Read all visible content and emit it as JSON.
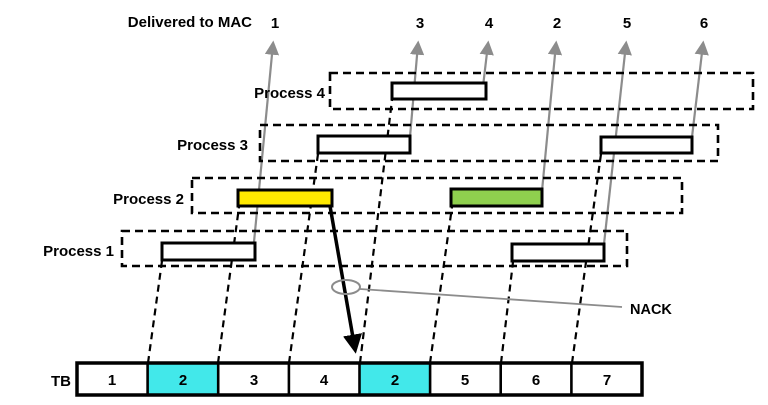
{
  "title": "Delivered to MAC",
  "delivered": {
    "items": [
      {
        "label": "1"
      },
      {
        "label": "3"
      },
      {
        "label": "4"
      },
      {
        "label": "2"
      },
      {
        "label": "5"
      },
      {
        "label": "6"
      }
    ]
  },
  "processes": [
    {
      "label": "Process 4",
      "blocks": [
        {
          "fill": "white"
        }
      ]
    },
    {
      "label": "Process 3",
      "blocks": [
        {
          "fill": "white"
        },
        {
          "fill": "white"
        }
      ]
    },
    {
      "label": "Process 2",
      "blocks": [
        {
          "fill": "yellow"
        },
        {
          "fill": "green"
        }
      ]
    },
    {
      "label": "Process 1",
      "blocks": [
        {
          "fill": "white"
        },
        {
          "fill": "white"
        }
      ]
    }
  ],
  "nack": {
    "label": "NACK"
  },
  "tb": {
    "label": "TB",
    "cells": [
      {
        "label": "1",
        "highlight": false
      },
      {
        "label": "2",
        "highlight": true
      },
      {
        "label": "3",
        "highlight": false
      },
      {
        "label": "4",
        "highlight": false
      },
      {
        "label": "2",
        "highlight": true
      },
      {
        "label": "5",
        "highlight": false
      },
      {
        "label": "6",
        "highlight": false
      },
      {
        "label": "7",
        "highlight": false
      }
    ]
  },
  "colors": {
    "yellow": "#ffe900",
    "green": "#8fd04e",
    "cyan": "#42e8ea",
    "white": "#ffffff",
    "gray": "#8c8c8c",
    "black": "#000000"
  }
}
